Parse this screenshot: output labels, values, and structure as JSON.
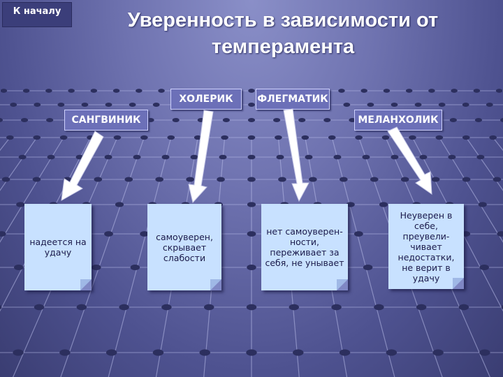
{
  "nav": {
    "home_label": "К началу"
  },
  "slide": {
    "title": "Уверенность в зависимости от темперамента"
  },
  "types": {
    "choleric": "ХОЛЕРИК",
    "phlegmatic": "ФЛЕГМАТИК",
    "sanguine": "САНГВИНИК",
    "melancholic": "МЕЛАНХОЛИК"
  },
  "notes": {
    "sanguine": "надеется на удачу",
    "choleric": "самоуверен, скрывает слабости",
    "phlegmatic": "нет самоуверен-ности, переживает за себя, не унывает",
    "melancholic": "Неуверен в себе, преувели-чивает недостатки, не верит в удачу"
  },
  "colors": {
    "background": "#5a5ea0",
    "note_fill": "#c8e1ff",
    "label_fill": "#6c70b8",
    "arrow_fill": "#ffffff"
  }
}
